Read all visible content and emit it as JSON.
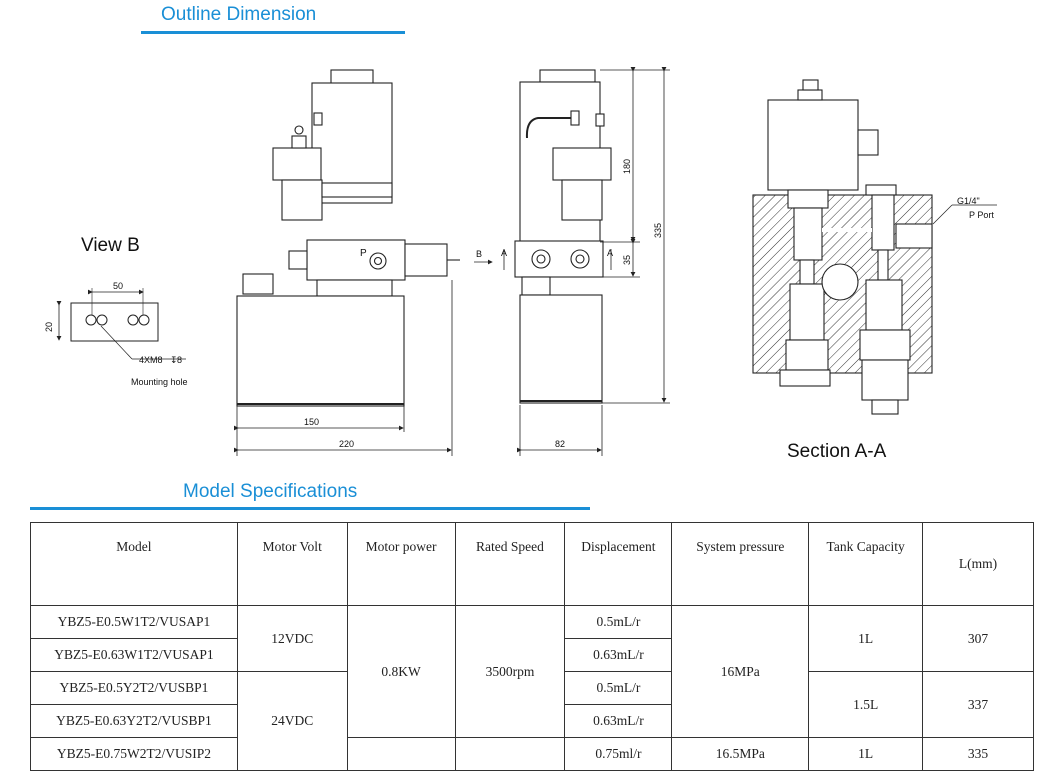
{
  "outline": {
    "title": "Outline Dimension"
  },
  "view_b": {
    "title": "View B",
    "dim_50": "50",
    "dim_20": "20",
    "hole_note": "4XM8",
    "hole_depth": "8",
    "hole_caption": "Mounting hole"
  },
  "front_view": {
    "port_p": "P",
    "dim_150": "150",
    "dim_220": "220"
  },
  "side_view": {
    "label_b": "B",
    "label_a_left": "A",
    "label_a_right": "A",
    "dim_180": "180",
    "dim_335": "335",
    "dim_35": "35",
    "dim_82": "82"
  },
  "section": {
    "title": "Section A-A",
    "thread": "G1/4\"",
    "port": "P Port"
  },
  "specs": {
    "title": "Model Specifications",
    "headers": [
      "Model",
      "Motor Volt",
      "Motor power",
      "Rated Speed",
      "Displacement",
      "System pressure",
      "Tank Capacity",
      "L(mm)"
    ],
    "models": [
      "YBZ5-E0.5W1T2/VUSAP1",
      "YBZ5-E0.63W1T2/VUSAP1",
      "YBZ5-E0.5Y2T2/VUSBP1",
      "YBZ5-E0.63Y2T2/VUSBP1",
      "YBZ5-E0.75W2T2/VUSIP2"
    ],
    "volt_12": "12VDC",
    "volt_24": "24VDC",
    "power": "0.8KW",
    "speed": "3500rpm",
    "displacements": [
      "0.5mL/r",
      "0.63mL/r",
      "0.5mL/r",
      "0.63mL/r",
      "0.75ml/r"
    ],
    "pressure_a": "16MPa",
    "pressure_b": "16.5MPa",
    "tank_a": "1L",
    "tank_b": "1.5L",
    "tank_c": "1L",
    "length_a": "307",
    "length_b": "337",
    "length_c": "335"
  }
}
